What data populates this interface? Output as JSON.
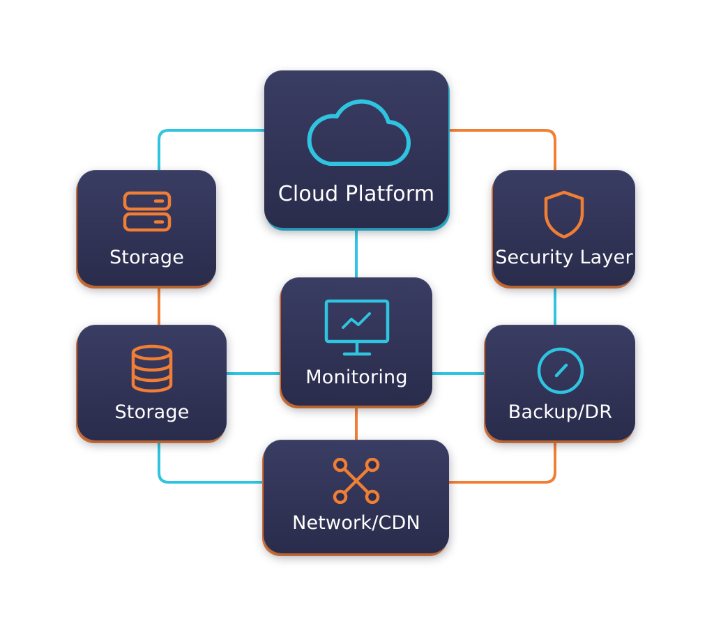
{
  "colors": {
    "cyan": "#2fc4e0",
    "orange": "#f07f35",
    "node_background": "#2f3152",
    "label": "#ffffff"
  },
  "nodes": {
    "cloud": {
      "label": "Cloud Platform",
      "icon": "cloud-icon"
    },
    "storage_top": {
      "label": "Storage",
      "icon": "server-stack-icon"
    },
    "security": {
      "label": "Security Layer",
      "icon": "shield-icon"
    },
    "monitoring": {
      "label": "Monitoring",
      "icon": "monitor-chart-icon"
    },
    "storage_bottom": {
      "label": "Storage",
      "icon": "database-icon"
    },
    "backup": {
      "label": "Backup/DR",
      "icon": "gauge-icon"
    },
    "network": {
      "label": "Network/CDN",
      "icon": "network-nodes-icon"
    }
  },
  "connections": [
    {
      "from": "Cloud Platform",
      "to": "Storage",
      "color": "cyan"
    },
    {
      "from": "Cloud Platform",
      "to": "Security Layer",
      "color": "orange"
    },
    {
      "from": "Cloud Platform",
      "to": "Monitoring",
      "color": "cyan"
    },
    {
      "from": "Storage",
      "to": "Storage",
      "color": "orange"
    },
    {
      "from": "Security Layer",
      "to": "Backup/DR",
      "color": "cyan"
    },
    {
      "from": "Storage",
      "to": "Monitoring",
      "color": "cyan"
    },
    {
      "from": "Monitoring",
      "to": "Backup/DR",
      "color": "cyan"
    },
    {
      "from": "Monitoring",
      "to": "Network/CDN",
      "color": "orange"
    },
    {
      "from": "Storage",
      "to": "Network/CDN",
      "color": "cyan"
    },
    {
      "from": "Backup/DR",
      "to": "Network/CDN",
      "color": "orange"
    }
  ]
}
